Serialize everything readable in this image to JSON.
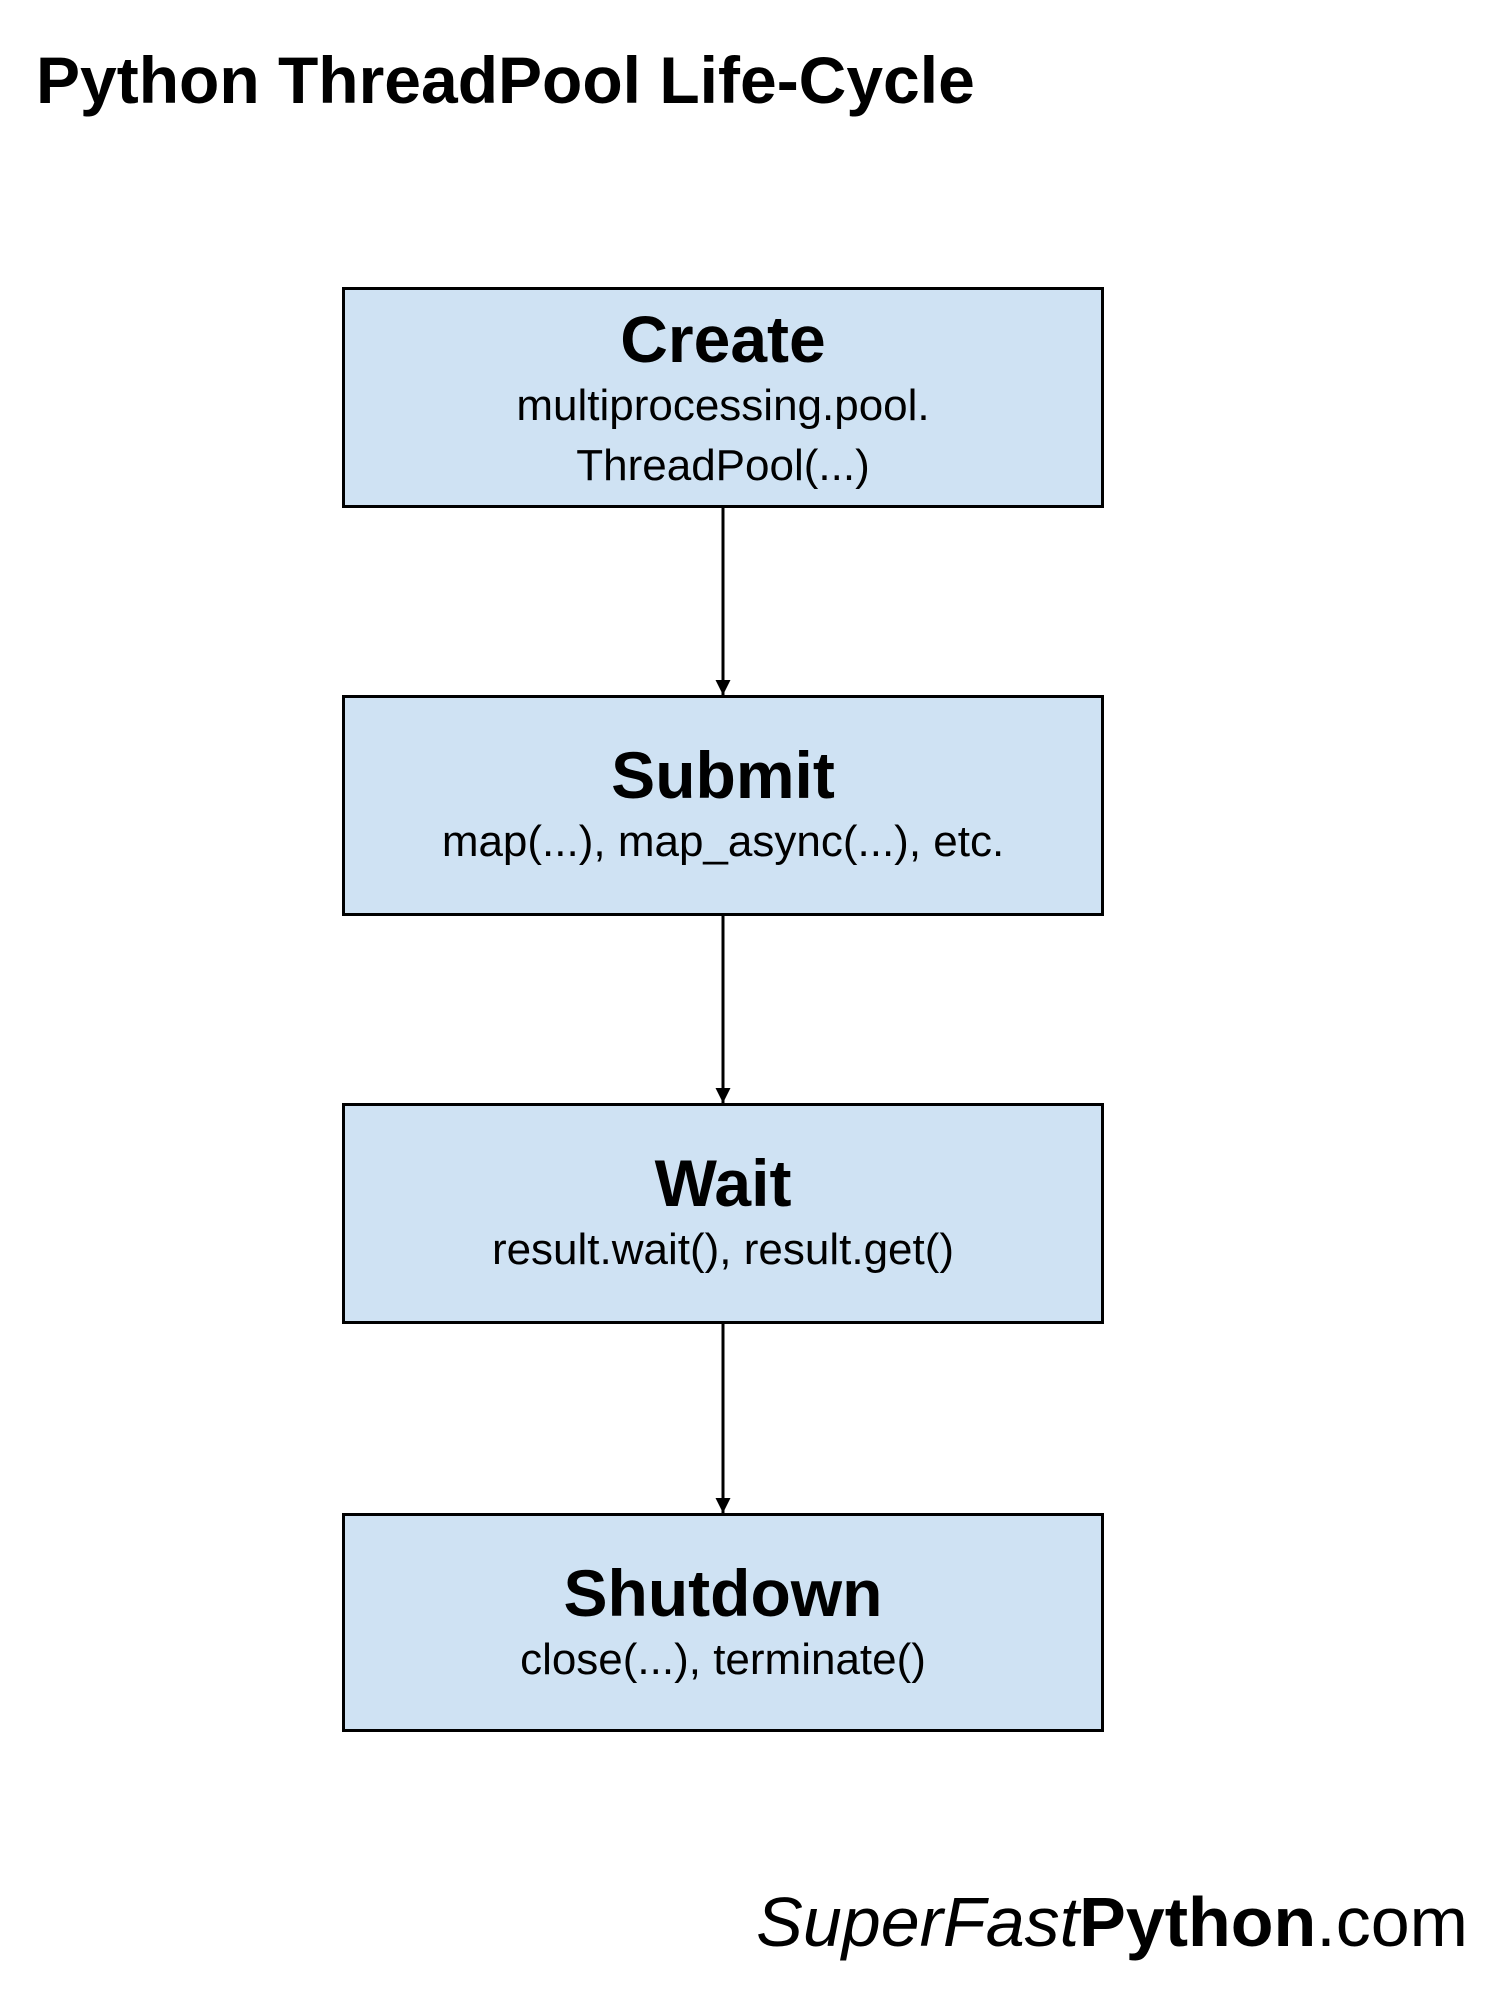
{
  "title": "Python ThreadPool Life-Cycle",
  "steps": [
    {
      "name": "Create",
      "detail_line1": "multiprocessing.pool.",
      "detail_line2": "ThreadPool(...)"
    },
    {
      "name": "Submit",
      "detail_line1": "map(...), map_async(...), etc."
    },
    {
      "name": "Wait",
      "detail_line1": "result.wait(), result.get()"
    },
    {
      "name": "Shutdown",
      "detail_line1": "close(...), terminate()"
    }
  ],
  "branding": {
    "part1": "SuperFast",
    "part2": "Python",
    "part3": ".com"
  },
  "colors": {
    "box_fill": "#cfe2f3",
    "box_border": "#000000",
    "arrow": "#000000"
  }
}
